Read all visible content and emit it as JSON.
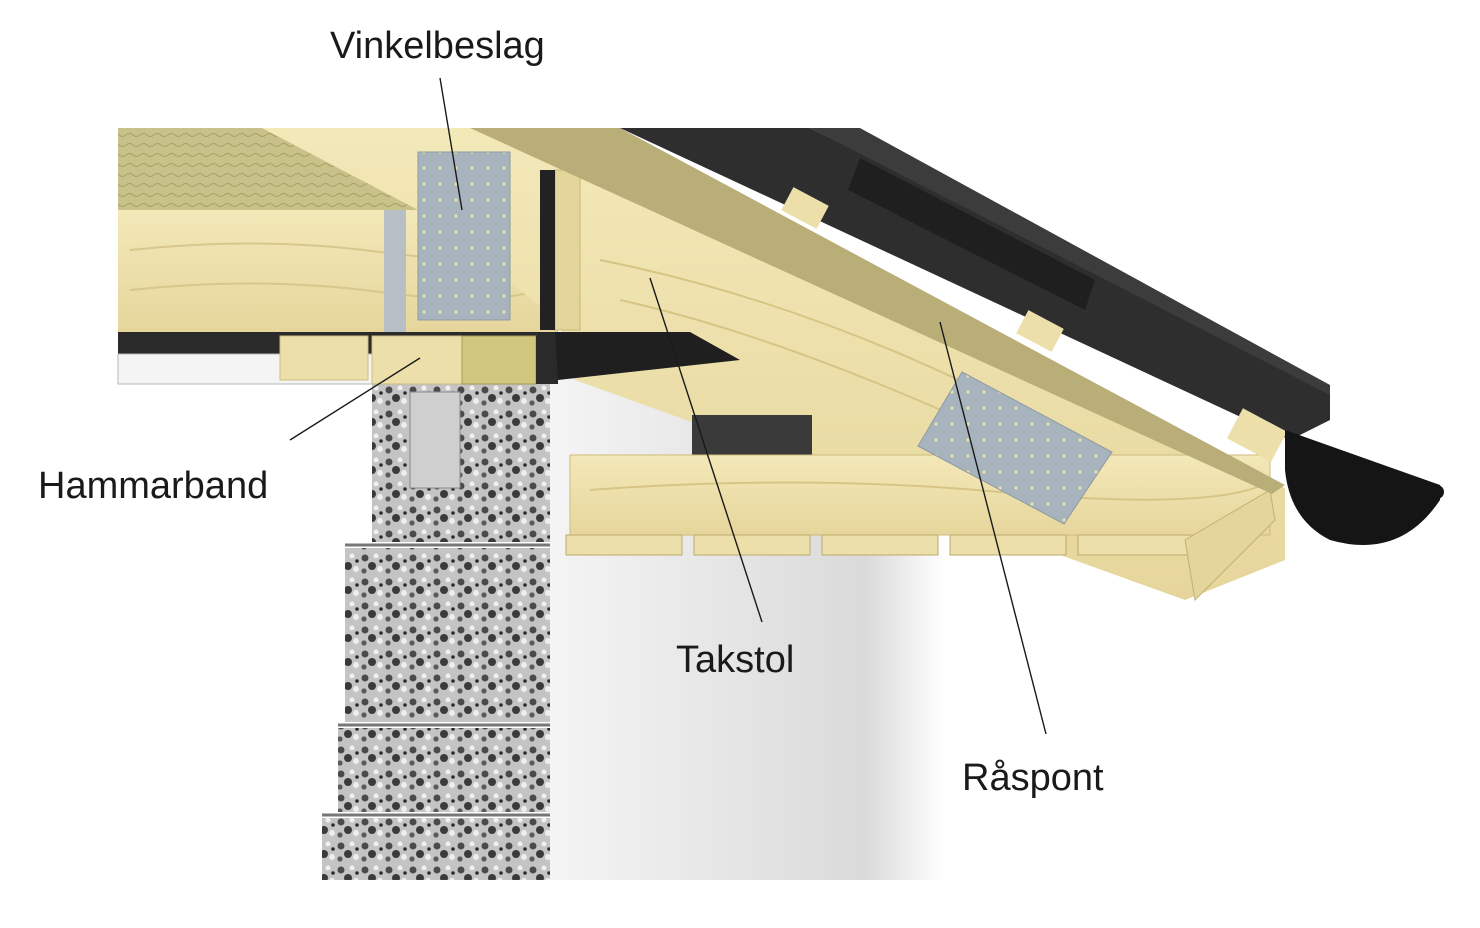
{
  "labels": {
    "vinkelbeslag": "Vinkelbeslag",
    "hammarband": "Hammarband",
    "takstol": "Takstol",
    "raspont": "Råspont"
  },
  "colors": {
    "wood": "#efe3b0",
    "wood_dark": "#d9c98a",
    "insulation": "#c9c28a",
    "roof_tile": "#2b2b2b",
    "metal_plate": "#a9b4bd",
    "concrete_block": "#b9b9b9",
    "wall_render": "#e6e6e6"
  }
}
